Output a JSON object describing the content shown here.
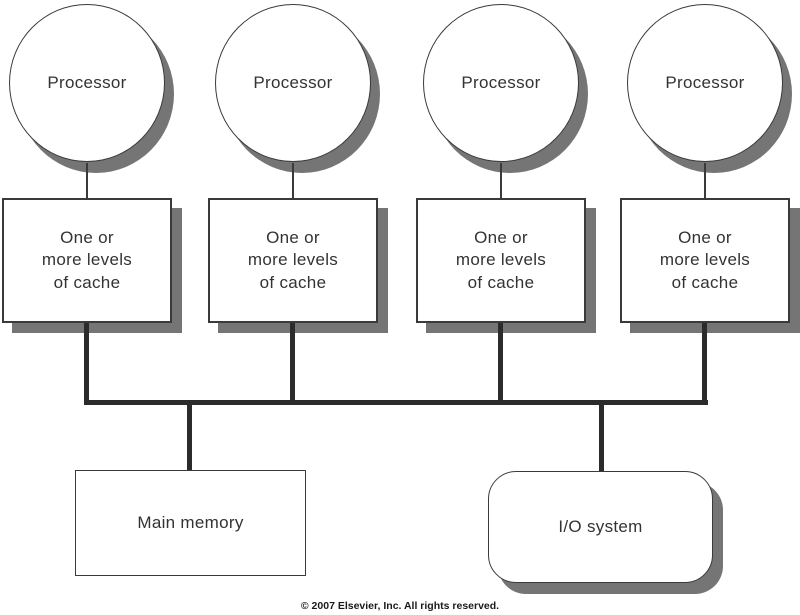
{
  "diagram": {
    "processors": [
      {
        "label": "Processor"
      },
      {
        "label": "Processor"
      },
      {
        "label": "Processor"
      },
      {
        "label": "Processor"
      }
    ],
    "caches": [
      {
        "label": "One or\nmore levels\nof cache"
      },
      {
        "label": "One or\nmore levels\nof cache"
      },
      {
        "label": "One or\nmore levels\nof cache"
      },
      {
        "label": "One or\nmore levels\nof cache"
      }
    ],
    "main_memory": {
      "label": "Main memory"
    },
    "io_system": {
      "label": "I/O system"
    }
  },
  "footer": {
    "copyright": "© 2007 Elsevier, Inc. All rights reserved."
  },
  "colors": {
    "background": "#ffffff",
    "border": "#3a3a3a",
    "bus_line": "#2b2b2b",
    "shadow": "#757575",
    "text": "#333333"
  }
}
